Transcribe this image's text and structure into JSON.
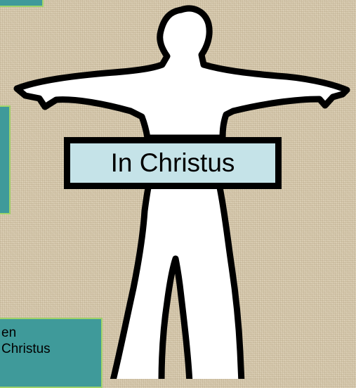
{
  "figure": {
    "label": "In Christus"
  },
  "side_boxes": {
    "bottom_text_line1": "en",
    "bottom_text_line2": "Christus"
  },
  "colors": {
    "background": "#d8cbb0",
    "teal_box": "#3f9a9a",
    "teal_border": "#9fd36a",
    "label_fill": "#c5e3e8",
    "figure_fill": "#ffffff",
    "outline": "#000000"
  }
}
